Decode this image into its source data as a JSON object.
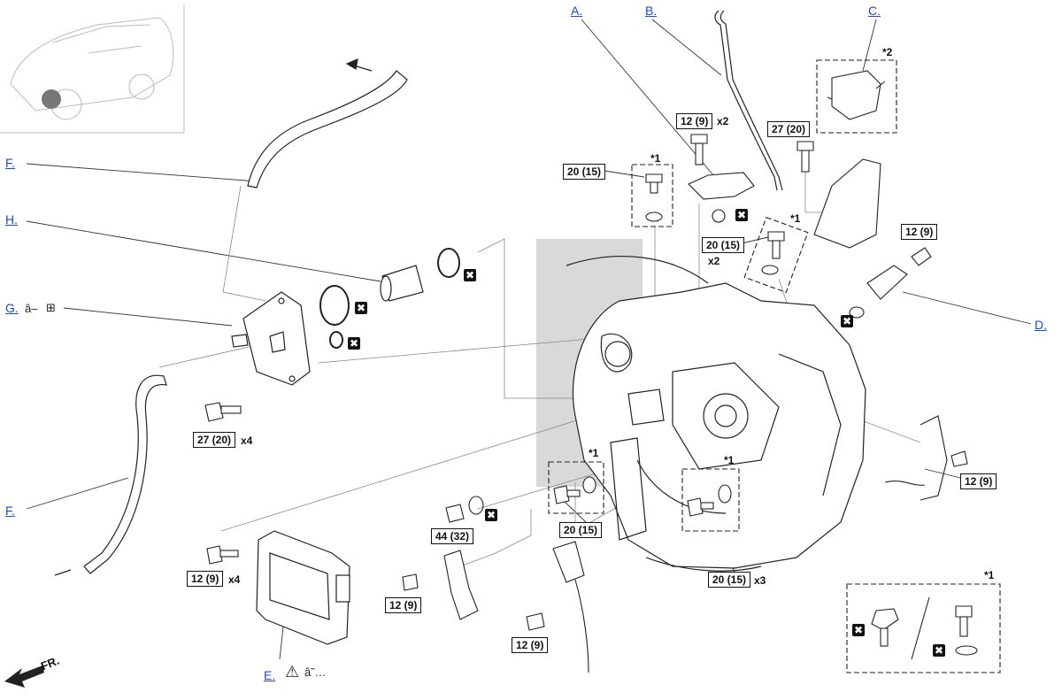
{
  "callouts": {
    "a": "A.",
    "b": "B.",
    "c": "C.",
    "d": "D.",
    "e": "E.",
    "f": "F.",
    "g": "G.",
    "h": "H."
  },
  "glyphs": {
    "g_suffix": "â–",
    "g_box": "⊞",
    "e_warning": "⚠",
    "e_suffix": "â˜…"
  },
  "torques": {
    "t12x2_top": "12 (9)",
    "t20_left_top": "20 (15)",
    "t27_top": "27 (20)",
    "t20_mid": "20 (15)",
    "t12_right": "12 (9)",
    "t27_left": "27 (20)",
    "t12_right_low": "12 (9)",
    "t44": "44 (32)",
    "t20_low": "20 (15)",
    "t12_ecu": "12 (9)",
    "t12_bracket": "12 (9)",
    "t20_x3": "20 (15)",
    "t12_bottom": "12 (9)"
  },
  "multipliers": {
    "x2_top": "x2",
    "x2_mid": "x2",
    "x4_left": "x4",
    "x4_ecu": "x4",
    "x3": "x3"
  },
  "notes": {
    "star1": "*1",
    "star2": "*2"
  },
  "markers": {
    "no_reuse": "✖"
  },
  "front_indicator": "FR.",
  "colors": {
    "callout_link": "#1a4bd6",
    "line_art": "#222222",
    "shade": "#d9d9d9"
  }
}
